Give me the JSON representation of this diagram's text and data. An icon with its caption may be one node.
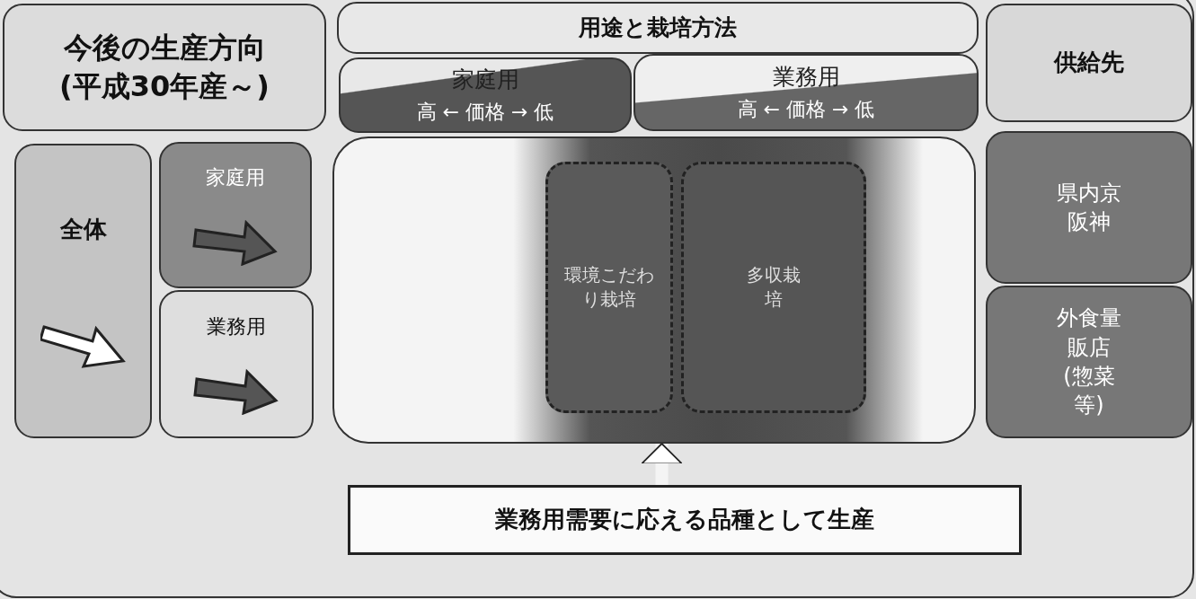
{
  "diagram": {
    "nodes": [
      {
        "text": [
          "今後の生産方向(平成30年産～)"
        ]
      },
      {
        "text": [
          "用途と栽培方法"
        ]
      },
      {
        "text": [
          "供給先"
        ]
      },
      {
        "text": [
          "家庭用",
          "高 ← 価格 → 低"
        ]
      },
      {
        "text": [
          "業務用",
          "高 ← 価格 → 低"
        ]
      },
      {
        "text": [
          "全体"
        ]
      },
      {
        "text": [
          "家庭用"
        ]
      },
      {
        "text": [
          "業務用"
        ]
      },
      {
        "text": [],
        "shape": "box"
      },
      {
        "text": [
          "環境こだわり栽培"
        ],
        "in": 8
      },
      {
        "text": [
          "多収栽培"
        ],
        "in": 8
      },
      {
        "text": [
          "県内京阪神"
        ]
      },
      {
        "text": [
          "外食量販店(惣菜等)"
        ]
      },
      {
        "text": [
          "業務用需要に応える品種として生産"
        ]
      }
    ],
    "edges": [
      {
        "from": 13,
        "to": 8,
        "arrow": "to"
      }
    ]
  }
}
